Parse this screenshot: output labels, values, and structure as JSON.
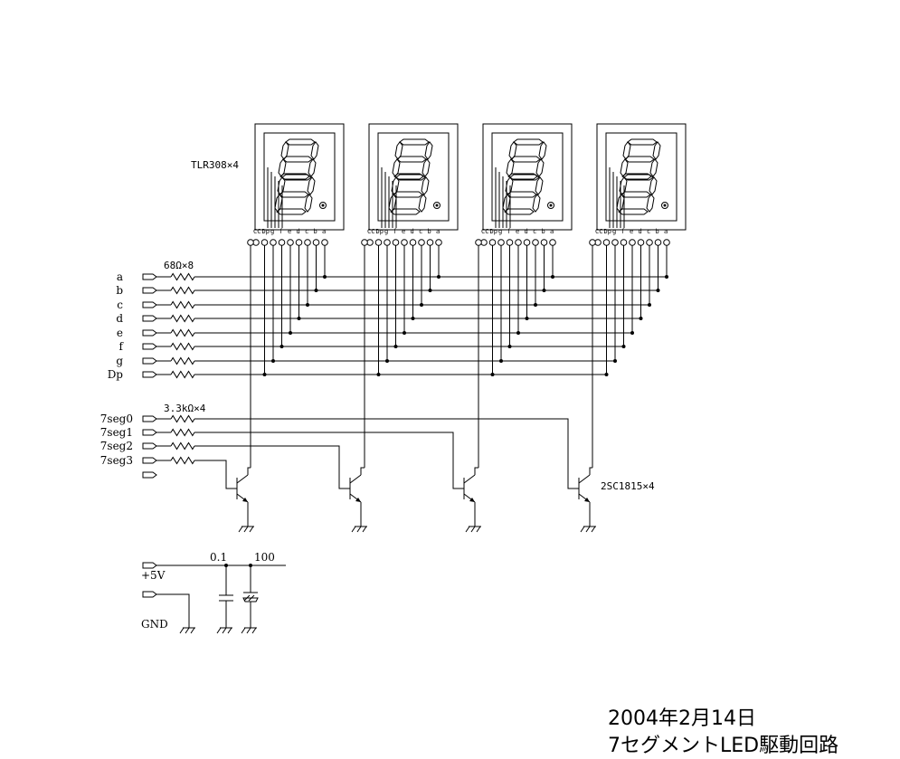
{
  "display": {
    "part_label": "TLR308×4",
    "pin_labels": [
      "CC",
      "Dp",
      "g",
      "f",
      "e",
      "d",
      "c",
      "b",
      "a"
    ]
  },
  "segment_inputs": {
    "resistor_label": "68Ω×8",
    "lines": [
      "a",
      "b",
      "c",
      "d",
      "e",
      "f",
      "g",
      "Dp"
    ]
  },
  "digit_inputs": {
    "resistor_label": "3.3kΩ×4",
    "lines": [
      "7seg0",
      "7seg1",
      "7seg2",
      "7seg3"
    ]
  },
  "transistor_label": "2SC1815×4",
  "power": {
    "vcc_label": "+5V",
    "gnd_label": "GND",
    "cap1_label": "0.1",
    "cap2_label": "100"
  },
  "caption": {
    "date": "2004年2月14日",
    "title": "7セグメントLED駆動回路"
  }
}
